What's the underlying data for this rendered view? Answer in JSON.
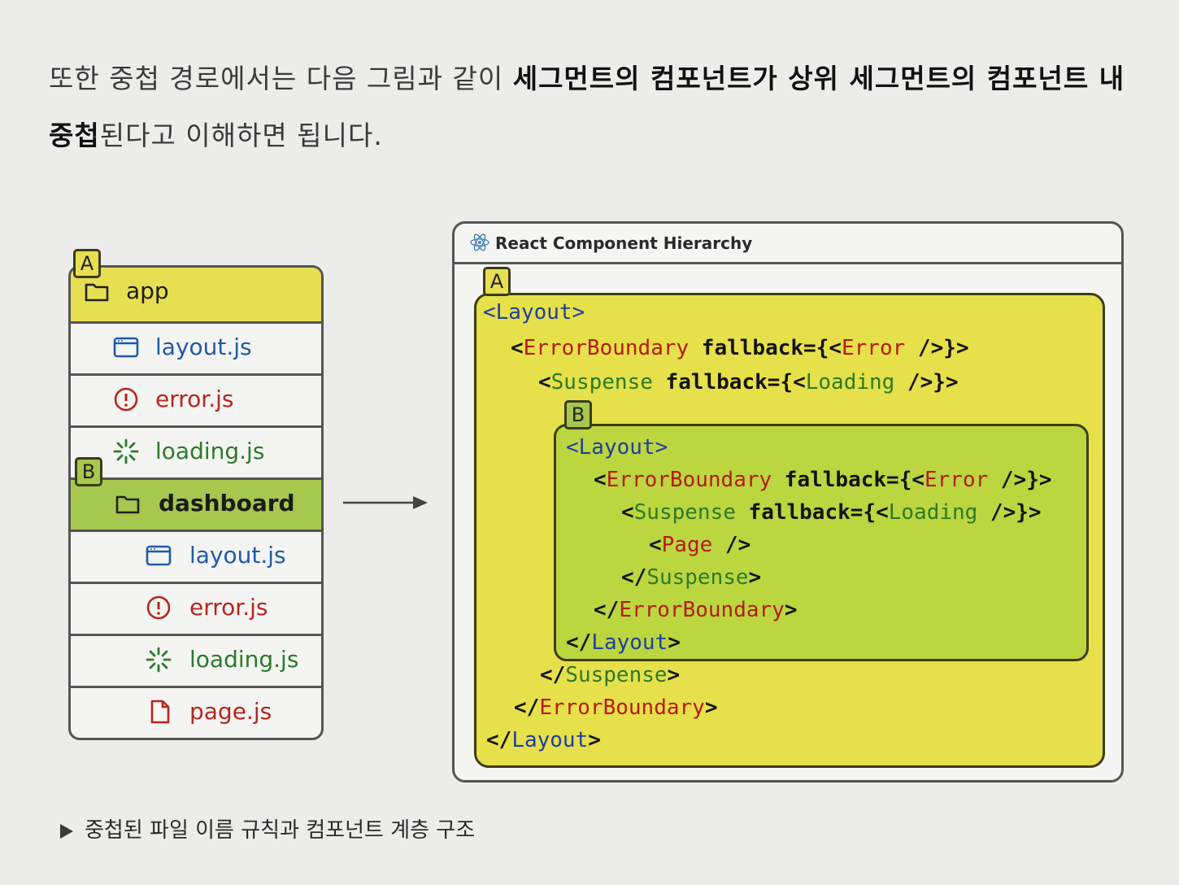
{
  "paragraph": {
    "line1_plain": "또한 중첩 경로에서는 다음 그림과 같이 ",
    "line1_bold": "세그먼트의 컴포넌트가 상위 세그먼트의 컴포넌트 내",
    "line2_bold": "중첩",
    "line2_plain": "된다고 이해하면 됩니다."
  },
  "tree": {
    "tag_a": "A",
    "tag_b": "B",
    "items": [
      {
        "label": "app",
        "icon": "folder-icon"
      },
      {
        "label": "layout.js",
        "icon": "window-icon"
      },
      {
        "label": "error.js",
        "icon": "error-icon"
      },
      {
        "label": "loading.js",
        "icon": "loading-icon"
      },
      {
        "label": "dashboard",
        "icon": "folder-icon"
      },
      {
        "label": "layout.js",
        "icon": "window-icon"
      },
      {
        "label": "error.js",
        "icon": "error-icon"
      },
      {
        "label": "loading.js",
        "icon": "loading-icon"
      },
      {
        "label": "page.js",
        "icon": "file-icon"
      }
    ]
  },
  "hierarchy": {
    "title": "React Component Hierarchy",
    "tag_a": "A",
    "tag_b": "B",
    "code": {
      "l1": [
        "<",
        "Layout",
        ">"
      ],
      "l2": [
        "<",
        "ErrorBoundary",
        " fallback={<",
        "Error",
        " />}>"
      ],
      "l3": [
        "<",
        "Suspense",
        " fallback={<",
        "Loading",
        " />}>"
      ],
      "l4": [
        "<",
        "Layout",
        ">"
      ],
      "l5": [
        "<",
        "ErrorBoundary",
        " fallback={<",
        "Error",
        " />}>"
      ],
      "l6": [
        "<",
        "Suspense",
        " fallback={<",
        "Loading",
        " />}>"
      ],
      "l7": [
        "<",
        "Page",
        " />"
      ],
      "l8": [
        "</",
        "Suspense",
        ">"
      ],
      "l9": [
        "</",
        "ErrorBoundary",
        ">"
      ],
      "l10": [
        "</",
        "Layout",
        ">"
      ],
      "l11": [
        "</",
        "Suspense",
        ">"
      ],
      "l12": [
        "</",
        "ErrorBoundary",
        ">"
      ],
      "l13": [
        "</",
        "Layout",
        ">"
      ]
    }
  },
  "caption": "중첩된 파일 이름 규칙과 컴포넌트 계층 구조",
  "colors": {
    "segment_a": "#e6e04a",
    "segment_b": "#bcd640",
    "blue": "#1f5aa6",
    "red": "#b7251d",
    "green": "#2d7a2a"
  }
}
